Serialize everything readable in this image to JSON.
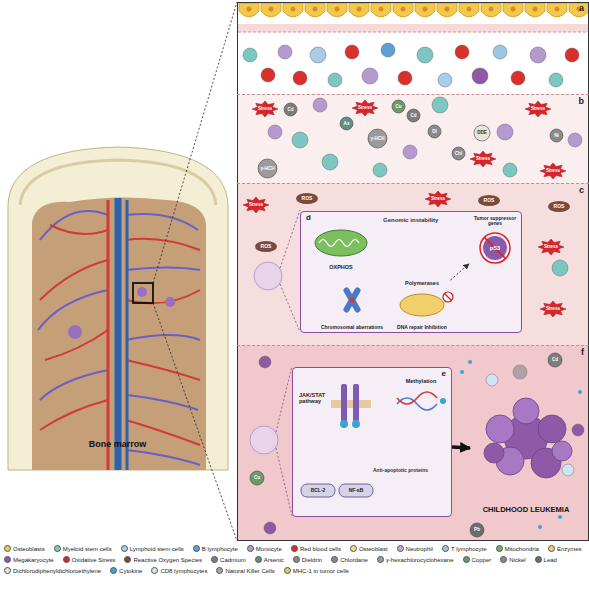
{
  "diagram": {
    "nodes": [
      {
        "text": [
          "Bone marrow"
        ]
      },
      {
        "text": [
          "a"
        ]
      },
      {
        "text": [
          "b"
        ]
      },
      {
        "text": [
          "Stress"
        ],
        "in": 2
      },
      {
        "text": [
          "Cd"
        ],
        "in": 2
      },
      {
        "text": [
          "As"
        ],
        "in": 2
      },
      {
        "text": [
          "Cu"
        ],
        "in": 2
      },
      {
        "text": [
          "γ-HCH"
        ],
        "in": 2
      },
      {
        "text": [
          "Stress"
        ],
        "in": 2
      },
      {
        "text": [
          "Ni"
        ],
        "in": 2
      },
      {
        "text": [
          "Stress"
        ],
        "in": 2
      },
      {
        "text": [
          "DDE"
        ],
        "in": 2
      },
      {
        "text": [
          "Chl"
        ],
        "in": 2
      },
      {
        "text": [
          "Dl"
        ],
        "in": 2
      },
      {
        "text": [
          "Stress"
        ],
        "in": 2
      },
      {
        "text": [
          "γ-HCH"
        ],
        "in": 2
      },
      {
        "text": [
          "Cd"
        ],
        "in": 2
      },
      {
        "text": [
          "Stress"
        ],
        "in": 2
      },
      {
        "text": [
          "c"
        ]
      },
      {
        "text": [
          "Stress"
        ],
        "in": 18
      },
      {
        "text": [
          "ROS"
        ],
        "in": 18
      },
      {
        "text": [
          "Stress"
        ],
        "in": 18
      },
      {
        "text": [
          "ROS"
        ],
        "in": 18
      },
      {
        "text": [
          "ROS"
        ],
        "in": 18
      },
      {
        "text": [
          "Stress"
        ],
        "in": 18
      },
      {
        "text": [
          "ROS"
        ],
        "in": 18
      },
      {
        "text": [
          "Stress"
        ],
        "in": 18
      },
      {
        "text": [
          "d",
          "Genomic instability"
        ],
        "in": 18
      },
      {
        "text": [
          "OXPHOS"
        ],
        "in": 27
      },
      {
        "text": [
          "Chromosomal aberrations"
        ],
        "in": 27
      },
      {
        "text": [
          "Polymerases",
          "DNA repair Inhibition"
        ],
        "in": 27
      },
      {
        "text": [
          "Tumor suppressor genes",
          "p53"
        ],
        "in": 27
      },
      {
        "text": [
          "f"
        ]
      },
      {
        "text": [
          "e",
          "Anti-apoptotic proteins"
        ],
        "in": 32
      },
      {
        "text": [
          "JAK/STAT pathway"
        ],
        "in": 33
      },
      {
        "text": [
          "Methylation"
        ],
        "in": 33
      },
      {
        "text": [
          "BCL-2"
        ],
        "in": 33
      },
      {
        "text": [
          "NF-κB"
        ],
        "in": 33
      },
      {
        "text": [
          "CHILDHOOD LEUKEMIA"
        ],
        "in": 32
      },
      {
        "text": [
          "Cd"
        ],
        "in": 32
      },
      {
        "text": [
          "Pb"
        ],
        "in": 32
      },
      {
        "text": [
          "Cu"
        ],
        "in": 32
      }
    ],
    "edges": [
      {
        "from": 30,
        "to": 31,
        "arrow": "to"
      },
      {
        "from": 33,
        "to": 38,
        "arrow": "to"
      }
    ],
    "legend": [
      {
        "text": "Osteoblasts",
        "color": "#f2c94c"
      },
      {
        "text": "Myeloid stem cells",
        "color": "#7cc7c0"
      },
      {
        "text": "Lymphoid stem cells",
        "color": "#a8cbe8"
      },
      {
        "text": "B lymphocyte",
        "color": "#5f9fd6"
      },
      {
        "text": "Monocyte",
        "color": "#b59ad0"
      },
      {
        "text": "Red blood cells",
        "color": "#d9302c"
      },
      {
        "text": "Osteoblast",
        "color": "#f7dc7a"
      },
      {
        "text": "Neutrophil",
        "color": "#c9a6d8"
      },
      {
        "text": "T lymphocyte",
        "color": "#9ec5e6"
      },
      {
        "text": "Mitochondria",
        "color": "#6fb35a"
      },
      {
        "text": "Enzymes",
        "color": "#f1cf6b"
      },
      {
        "text": "Megakaryocyte",
        "color": "#8e5aa8"
      },
      {
        "text": "Oxidative Stress",
        "color": "#d7262b"
      },
      {
        "text": "Reactive Oxygen Species",
        "color": "#7b4a3a"
      },
      {
        "text": "Cadmium",
        "color": "#7d7d7d"
      },
      {
        "text": "Arsenic",
        "color": "#5e8f8a"
      },
      {
        "text": "Dieldrin",
        "color": "#8a8a8a"
      },
      {
        "text": "Chlordane",
        "color": "#8a8a8a"
      },
      {
        "text": "γ-hexachlorocyclohexane",
        "color": "#9b9b9b"
      },
      {
        "text": "Copper",
        "color": "#6b9a6b"
      },
      {
        "text": "Nickel",
        "color": "#8a8a8a"
      },
      {
        "text": "Lead",
        "color": "#6d6d6d"
      },
      {
        "text": "Dichlorodiphenyldichloroethylene",
        "color": "#e6e6d8"
      },
      {
        "text": "Cytokine",
        "color": "#3ba3d6"
      },
      {
        "text": "CD8 lymphocytes",
        "color": "#cfe6f2"
      },
      {
        "text": "Natural Killer Cells",
        "color": "#b5a0a8"
      },
      {
        "text": "MHC-1 in tumor cells",
        "color": "#e9c36a"
      }
    ]
  }
}
